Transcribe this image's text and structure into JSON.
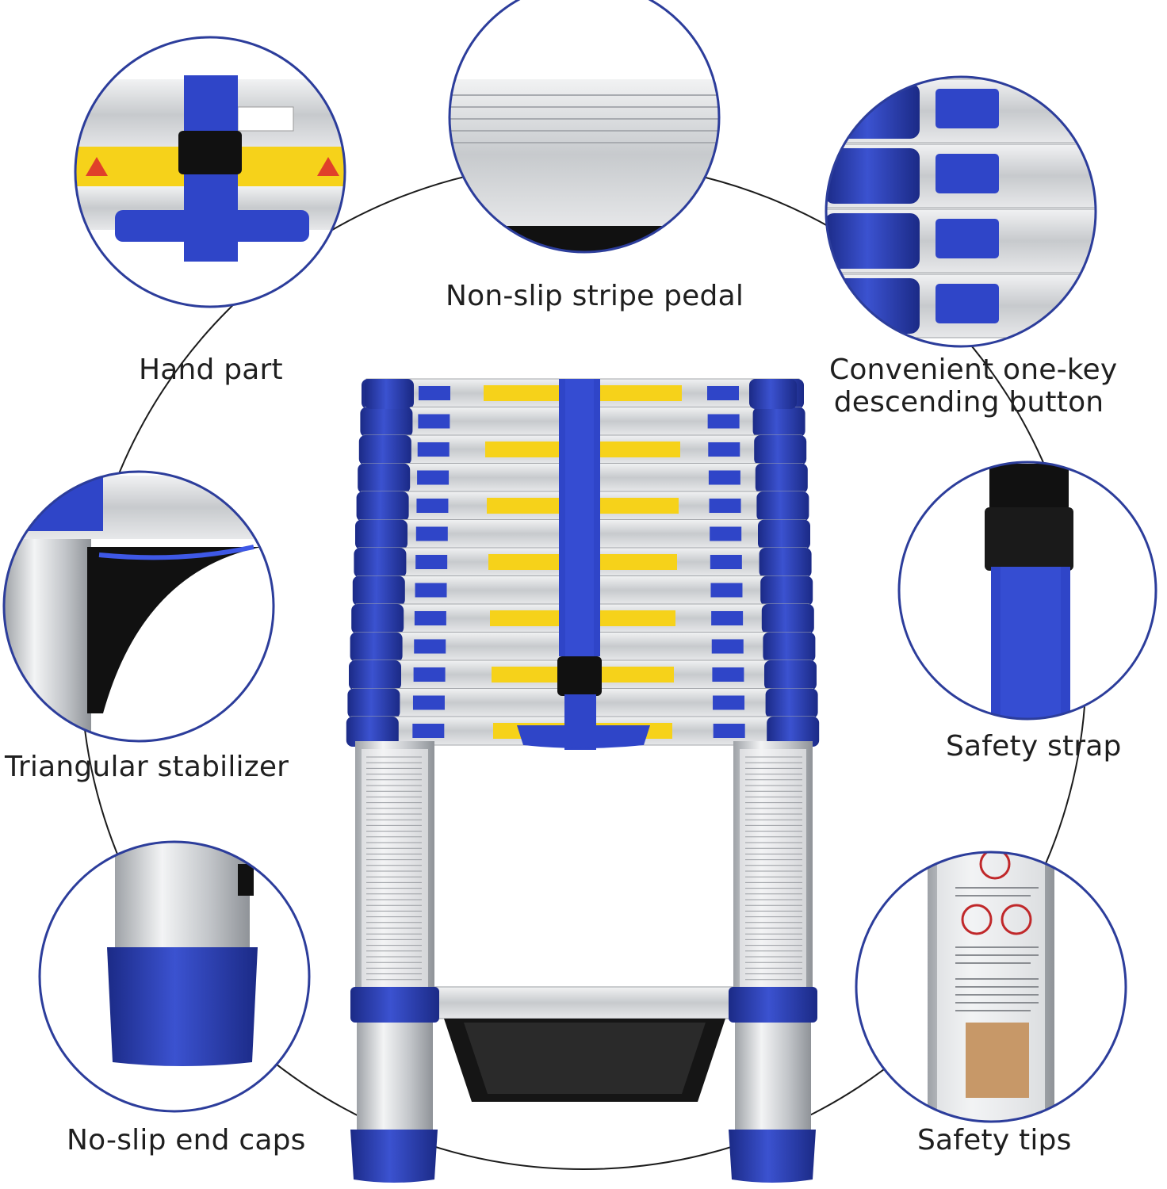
{
  "labels": {
    "non_slip_pedal": "Non-slip stripe pedal",
    "hand_part": "Hand part",
    "one_key_line1": "Convenient one-key",
    "one_key_line2": "descending button",
    "triangular_stabilizer": "Triangular stabilizer",
    "safety_strap": "Safety strap",
    "end_caps": "No-slip end caps",
    "safety_tips": "Safety tips"
  },
  "colors": {
    "blue": "#2a3fb0",
    "blue_dark": "#1b2a86",
    "aluminum": "#c9ccd0",
    "aluminum_light": "#e9eaec",
    "yellow": "#f6d21a",
    "black": "#111111",
    "ring": "#2c3d9b"
  }
}
